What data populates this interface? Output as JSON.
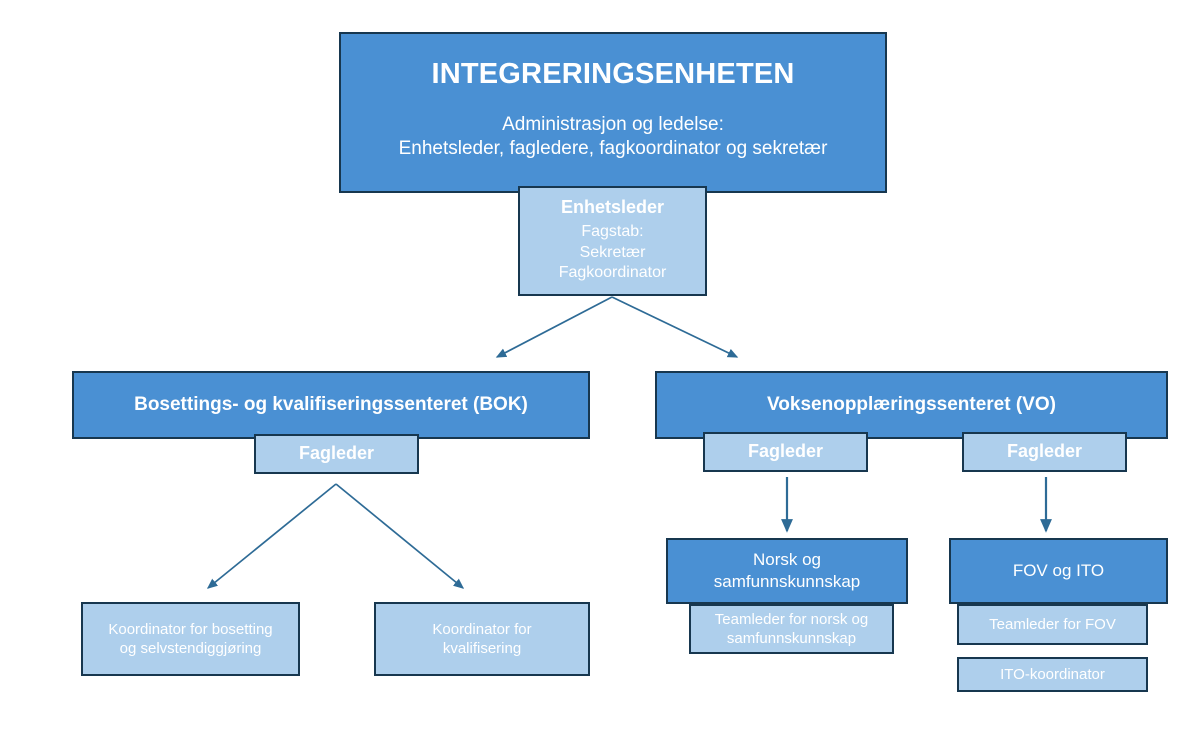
{
  "diagram": {
    "type": "org-chart",
    "language": "no",
    "colors": {
      "box_dark": "#4a90d3",
      "box_light": "#aecfec",
      "border": "#17374f",
      "text": "#ffffff",
      "connector": "#2e6b96",
      "background": "#ffffff"
    },
    "nodes": {
      "root": {
        "title": "INTEGRERINGSENHETEN",
        "sub_line1": "Administrasjon og ledelse:",
        "sub_line2": "Enhetsleder, fagledere, fagkoordinator og sekretær",
        "style": "dark"
      },
      "enhetsleder": {
        "title": "Enhetsleder",
        "sub_line1": "Fagstab:",
        "sub_line2": "Sekretær",
        "sub_line3": "Fagkoordinator",
        "style": "light"
      },
      "bok": {
        "title": "Bosettings- og kvalifiseringssenteret (BOK)",
        "style": "dark"
      },
      "vo": {
        "title": "Voksenopplæringssenteret (VO)",
        "style": "dark"
      },
      "fagleder_bok": {
        "title": "Fagleder",
        "style": "light"
      },
      "fagleder_vo1": {
        "title": "Fagleder",
        "style": "light"
      },
      "fagleder_vo2": {
        "title": "Fagleder",
        "style": "light"
      },
      "koordinator_bosetting": {
        "line1": "Koordinator for bosetting",
        "line2": "og selvstendiggjøring",
        "style": "light"
      },
      "koordinator_kvalifisering": {
        "line1": "Koordinator for",
        "line2": "kvalifisering",
        "style": "light"
      },
      "norsk_samfunn": {
        "line1": "Norsk og",
        "line2": "samfunnskunnskap",
        "style": "dark"
      },
      "teamleder_norsk": {
        "line1": "Teamleder for norsk og",
        "line2": "samfunnskunnskap",
        "style": "light"
      },
      "fov_ito": {
        "line1": "FOV og ITO",
        "style": "dark"
      },
      "teamleder_fov": {
        "line1": "Teamleder for FOV",
        "style": "light"
      },
      "ito_koordinator": {
        "line1": "ITO-koordinator",
        "style": "light"
      }
    },
    "connections": [
      {
        "from": "enhetsleder",
        "to": "bok",
        "kind": "diagonal-arrow"
      },
      {
        "from": "enhetsleder",
        "to": "vo",
        "kind": "diagonal-arrow"
      },
      {
        "from": "fagleder_bok",
        "to": "koordinator_bosetting",
        "kind": "diagonal-arrow"
      },
      {
        "from": "fagleder_bok",
        "to": "koordinator_kvalifisering",
        "kind": "diagonal-arrow"
      },
      {
        "from": "fagleder_vo1",
        "to": "norsk_samfunn",
        "kind": "vertical-arrow"
      },
      {
        "from": "fagleder_vo2",
        "to": "fov_ito",
        "kind": "vertical-arrow"
      }
    ]
  }
}
